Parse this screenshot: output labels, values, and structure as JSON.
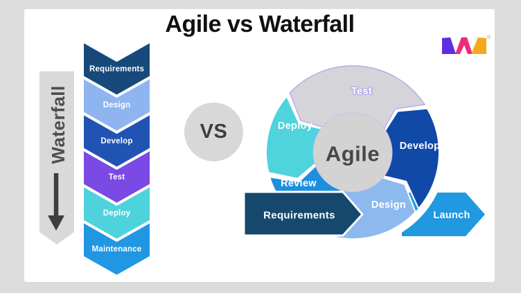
{
  "title": "Agile vs Waterfall",
  "vs_badge": "VS",
  "logo": {
    "registered_mark": "®",
    "stroke_colors": {
      "first": "#5B2EE5",
      "second": "#EE2A7B",
      "third": "#F6A81C"
    }
  },
  "waterfall": {
    "ribbon_label": "Waterfall",
    "stages": [
      {
        "label": "Requirements",
        "color": "#17497B"
      },
      {
        "label": "Design",
        "color": "#8FB5F1"
      },
      {
        "label": "Develop",
        "color": "#2153B3"
      },
      {
        "label": "Test",
        "color": "#7B49E3"
      },
      {
        "label": "Deploy",
        "color": "#4ED2DC"
      },
      {
        "label": "Maintenance",
        "color": "#2196E3"
      }
    ]
  },
  "agile": {
    "center_label": "Agile",
    "center_color": "#D3D3D3",
    "segments": {
      "test": {
        "label": "Test",
        "color": "#D5D4D9"
      },
      "develop": {
        "label": "Develop",
        "color": "#1149A9"
      },
      "deploy": {
        "label": "Deploy",
        "color": "#4FD3DC"
      },
      "review": {
        "label": "Review",
        "color": "#1E8FDC"
      },
      "design": {
        "label": "Design",
        "color": "#8CB9EE"
      }
    },
    "requirements_arrow": {
      "label": "Requirements",
      "color": "#16486E"
    },
    "launch_arrow": {
      "label": "Launch",
      "color": "#2099E0"
    }
  }
}
